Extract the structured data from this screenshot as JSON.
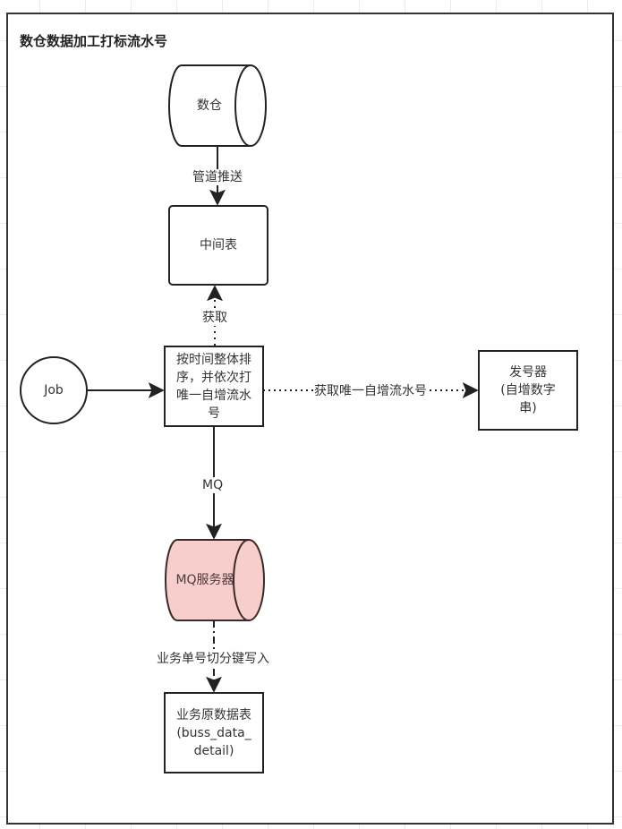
{
  "diagram": {
    "title": "数仓数据加工打标流水号",
    "nodes": {
      "warehouse": {
        "label": "数仓",
        "shape": "cylinder",
        "fill": "#ffffff"
      },
      "intermediate_table": {
        "label": "中间表",
        "shape": "rounded-rect"
      },
      "job": {
        "label": "Job",
        "shape": "circle"
      },
      "sorter": {
        "label": "按时间整体排序，并依次打唯一自增流水号",
        "shape": "rect"
      },
      "number_issuer": {
        "label": "发号器\n(自增数字串)",
        "label_line1": "发号器",
        "label_line2": "(自增数字串)",
        "shape": "rect"
      },
      "mq_server": {
        "label": "MQ服务器",
        "shape": "cylinder",
        "fill": "#f8cecc"
      },
      "business_table": {
        "label_line1": "业务原数据表",
        "label_line2": "(buss_data_detail)",
        "shape": "rect"
      }
    },
    "edges": {
      "pipeline_push": {
        "label": "管道推送",
        "from": "warehouse",
        "to": "intermediate_table",
        "style": "solid"
      },
      "fetch": {
        "label": "获取",
        "from": "sorter",
        "to": "intermediate_table",
        "style": "dotted"
      },
      "job_to_sorter": {
        "label": "",
        "from": "job",
        "to": "sorter",
        "style": "solid"
      },
      "get_serial": {
        "label": "获取唯一自增流水号",
        "from": "sorter",
        "to": "number_issuer",
        "style": "dotted"
      },
      "mq": {
        "label": "MQ",
        "from": "sorter",
        "to": "mq_server",
        "style": "solid"
      },
      "write": {
        "label": "业务单号切分键写入",
        "from": "mq_server",
        "to": "business_table",
        "style": "dashdot"
      }
    }
  }
}
